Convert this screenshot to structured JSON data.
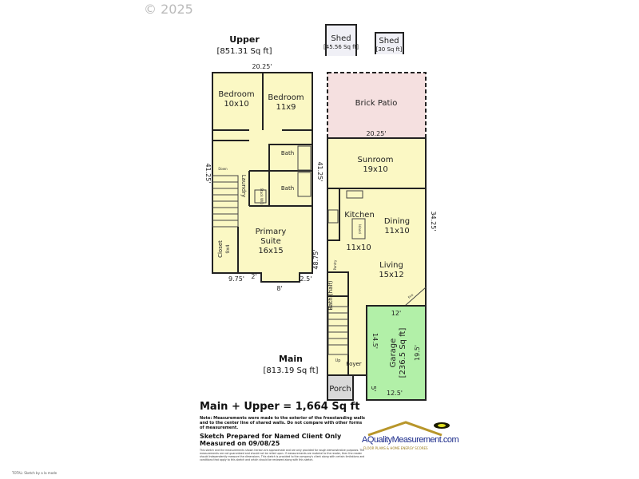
{
  "copyright": "© 2025",
  "upper": {
    "title": "Upper",
    "area": "[851.31 Sq ft]",
    "rooms": {
      "bedroom1_name": "Bedroom",
      "bedroom1_size": "10x10",
      "bedroom2_name": "Bedroom",
      "bedroom2_size": "11x9",
      "bath1": "Bath",
      "bath2": "Bath",
      "laundry": "Laundry",
      "wd": "Stack W/D",
      "down": "Down",
      "primary_name": "Primary",
      "primary_name2": "Suite",
      "primary_size": "16x15",
      "closet_name": "Closet",
      "closet_size": "9x4"
    },
    "dims": {
      "top": "20.25'",
      "left": "41.25'",
      "bottom_left": "9.75'",
      "bay_side": "2'",
      "bay": "8'",
      "bottom_right": "2.5'"
    }
  },
  "main": {
    "title": "Main",
    "area": "[813.19 Sq ft]",
    "rooms": {
      "patio": "Brick Patio",
      "sunroom_name": "Sunroom",
      "sunroom_size": "19x10",
      "kitchen_name": "Kitchen",
      "kitchen_size": "11x10",
      "island": "Island",
      "dining_name": "Dining",
      "dining_size": "11x10",
      "living_name": "Living",
      "living_size": "15x12",
      "pantry": "Pantry",
      "bath_half": "Bath (half)",
      "up": "Up",
      "foyer": "Foyer",
      "porch": "Porch",
      "fire": "Fire",
      "garage_name": "Garage",
      "garage_area": "[236.5 Sq ft]"
    },
    "dims": {
      "patio_width": "20.25'",
      "left_upper": "41.25'",
      "left_lower": "48.75'",
      "right": "34.25'",
      "garage_top": "12'",
      "garage_left": "14.5'",
      "garage_right": "19.5'",
      "garage_bottom": "12.5'",
      "garage_porch": "5'"
    }
  },
  "sheds": [
    {
      "name": "Shed",
      "area": "[45.56 Sq ft]"
    },
    {
      "name": "Shed",
      "area": "[30 Sq ft]"
    }
  ],
  "notes": {
    "total": "Main + Upper = 1,664 Sq ft",
    "note": "Note: Measurements were made to the exterior of the freestanding walls and to the center line of shared walls. Do not compare with other forms of measurement.",
    "prepared": "Sketch Prepared for Named Client Only",
    "measured": "Measured on 09/08/25",
    "disclaimer": "This sketch and the measurements shown hereon are approximate and are only provided for rough demonstrative purposes. The measurements are not guaranteed and should not be relied upon. If measurements are material to the reader, then the reader should independently measure the dimensions. This sketch is provided to the company's client along with certain limitations and conditions that apply to this sketch and which should be reviewed along with this sketch."
  },
  "logo": {
    "text": "AQualityMeasurement.com",
    "tagline": "FLOOR PLANS & HOME ENERGY SCORES",
    "brand_color": "#1a2a8a",
    "accent_color": "#b8962a"
  },
  "footer": "TOTAL: Sketch by a la mode"
}
